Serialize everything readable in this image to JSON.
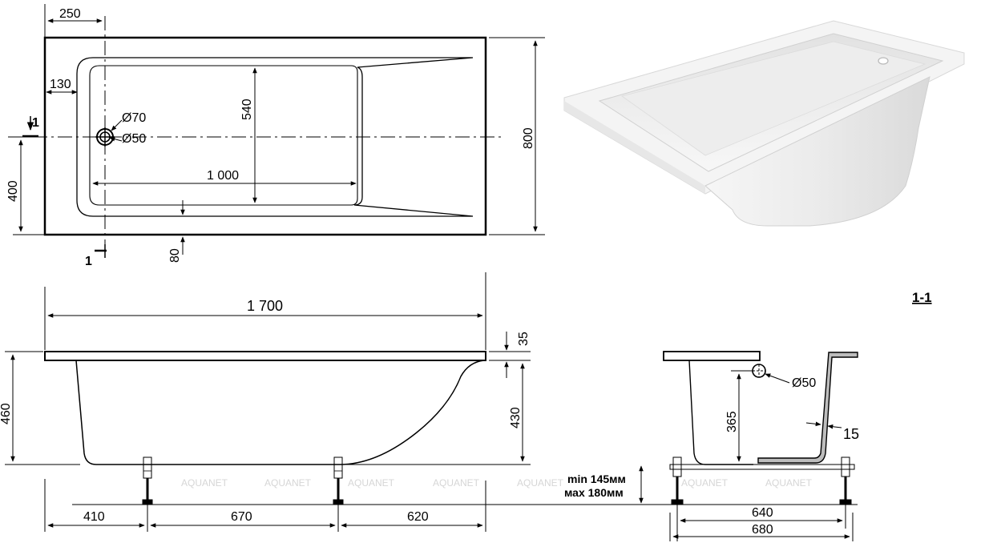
{
  "plan": {
    "dim_250": "250",
    "dim_130": "130",
    "dim_540": "540",
    "dim_d70": "Ø70",
    "dim_d50": "Ø50",
    "dim_1000": "1 000",
    "dim_400": "400",
    "dim_800": "800",
    "dim_80": "80",
    "section_mark": "1"
  },
  "side": {
    "dim_1700": "1 700",
    "dim_35": "35",
    "dim_460": "460",
    "dim_430": "430",
    "dim_410": "410",
    "dim_670": "670",
    "dim_620": "620",
    "leg_min": "min 145мм",
    "leg_max": "мах 180мм"
  },
  "section": {
    "title": "1-1",
    "dim_365": "365",
    "dim_d50": "Ø50",
    "dim_15": "15",
    "dim_640": "640",
    "dim_680": "680"
  },
  "watermark": "AQUANET"
}
